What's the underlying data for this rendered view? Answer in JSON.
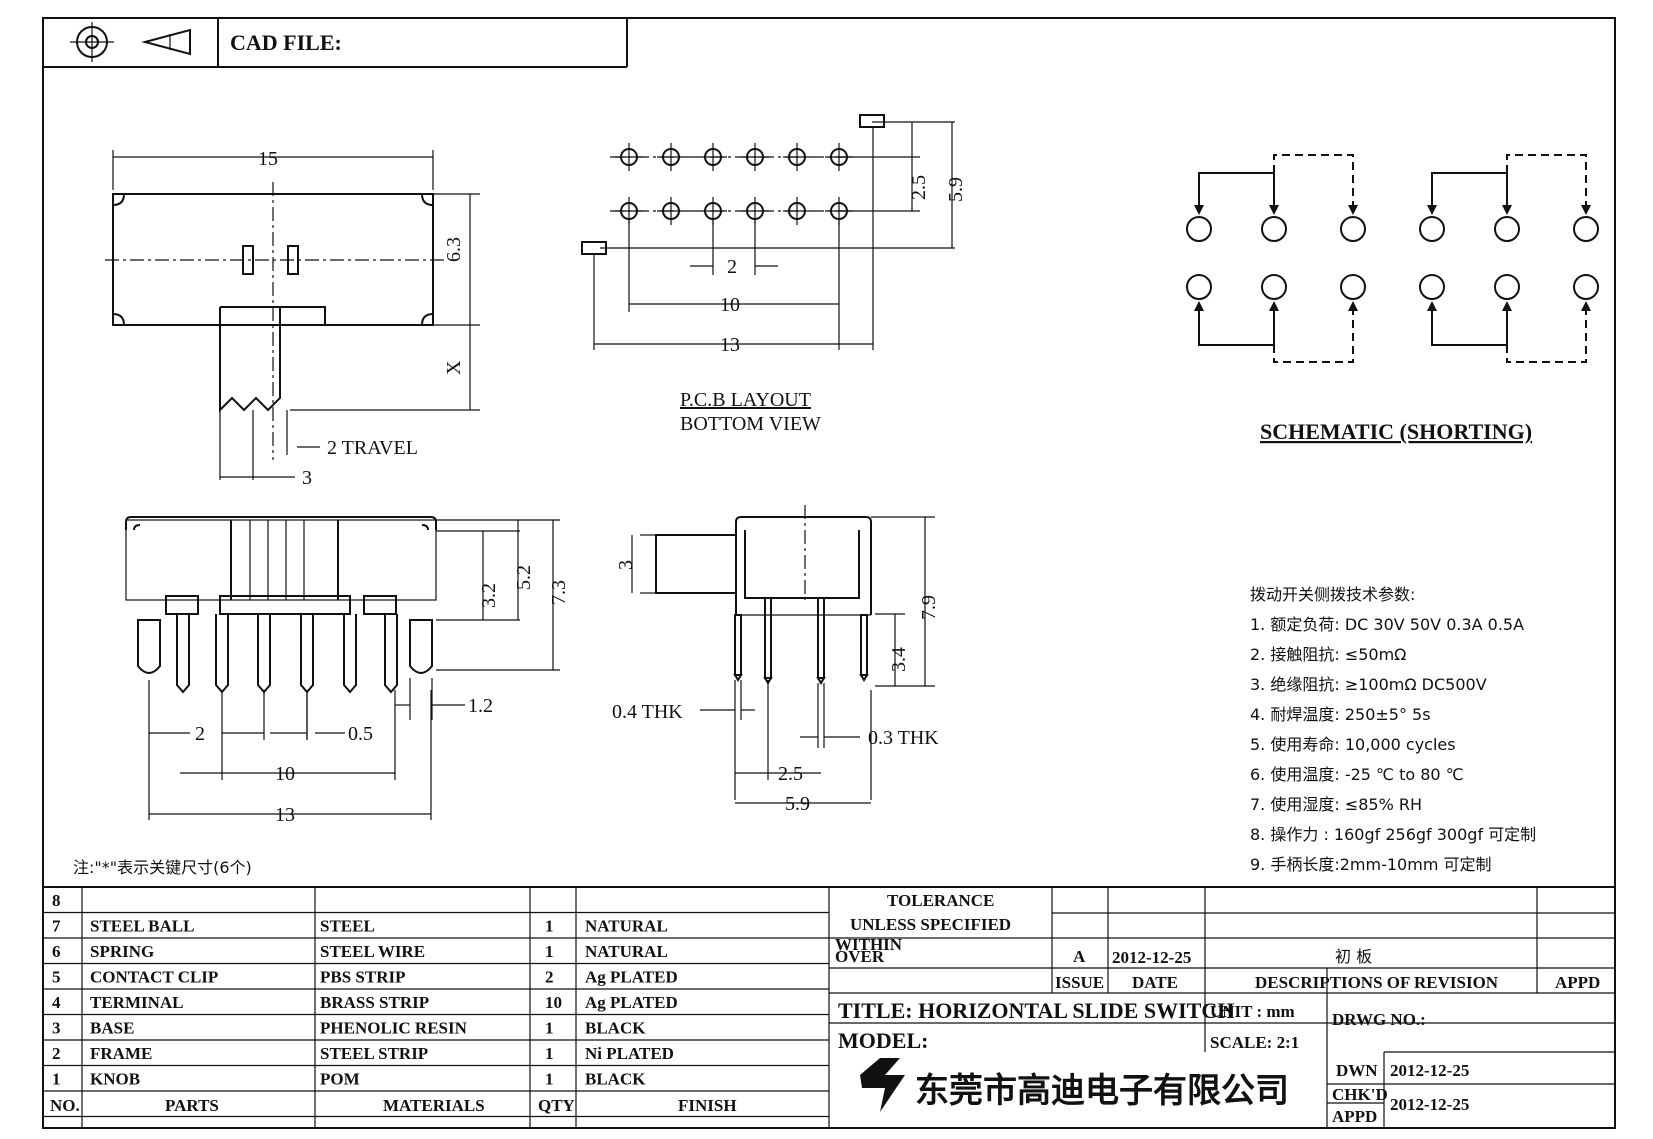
{
  "header": {
    "cad_label": "CAD FILE:",
    "cad_value": ""
  },
  "dims": {
    "top_width": "15",
    "top_height": "6.3",
    "top_x": "X",
    "travel": "2  TRAVEL",
    "knob_w": "3",
    "pcb_row": "2.5",
    "pcb_total": "5.9",
    "pcb_pitch": "2",
    "pcb_10": "10",
    "pcb_13": "13",
    "front_32": "3.2",
    "front_52": "5.2",
    "front_73": "7.3",
    "front_12": "1.2",
    "front_2": "2",
    "front_05": "0.5",
    "front_10": "10",
    "front_13": "13",
    "side_3": "3",
    "side_79": "7.9",
    "side_34": "3.4",
    "side_04": "0.4  THK",
    "side_03": "0.3  THK",
    "side_25": "2.5",
    "side_59": "5.9"
  },
  "labels": {
    "pcb_line1": "P.C.B  LAYOUT",
    "pcb_line2": "BOTTOM  VIEW",
    "schematic": "SCHEMATIC (SHORTING)",
    "note": "注:\"*\"表示关键尺寸(6个)"
  },
  "specs": {
    "title": "拨动开关侧拨技术参数:",
    "items": [
      "1.  额定负荷: DC 30V    50V    0.3A    0.5A",
      "2.  接触阻抗:  ≤50mΩ",
      "3.  绝缘阻抗:  ≥100mΩ   DC500V",
      "4.  耐焊温度: 250±5°  5s",
      "5.  使用寿命: 10,000 cycles",
      "6.  使用温度: -25 ℃  to 80 ℃",
      "7.  使用湿度:  ≤85% RH",
      "8.  操作力 : 160gf    256gf    300gf  可定制",
      "9.  手柄长度:2mm-10mm   可定制"
    ]
  },
  "bom": {
    "rows": [
      {
        "no": "8",
        "part": "",
        "material": "",
        "qty": "",
        "finish": ""
      },
      {
        "no": "7",
        "part": "STEEL  BALL",
        "material": "STEEL",
        "qty": "1",
        "finish": "NATURAL"
      },
      {
        "no": "6",
        "part": "SPRING",
        "material": "STEEL  WIRE",
        "qty": "1",
        "finish": "NATURAL"
      },
      {
        "no": "5",
        "part": "CONTACT  CLIP",
        "material": "PBS  STRIP",
        "qty": "2",
        "finish": "Ag  PLATED"
      },
      {
        "no": "4",
        "part": "TERMINAL",
        "material": "BRASS  STRIP",
        "qty": "10",
        "finish": "Ag  PLATED"
      },
      {
        "no": "3",
        "part": "BASE",
        "material": "PHENOLIC  RESIN",
        "qty": "1",
        "finish": "BLACK"
      },
      {
        "no": "2",
        "part": "FRAME",
        "material": "STEEL  STRIP",
        "qty": "1",
        "finish": "Ni  PLATED"
      },
      {
        "no": "1",
        "part": "KNOB",
        "material": "POM",
        "qty": "1",
        "finish": "BLACK"
      }
    ],
    "headers": {
      "no": "NO.",
      "part": "PARTS",
      "material": "MATERIALS",
      "qty": "QTY",
      "finish": "FINISH"
    }
  },
  "titleblock": {
    "tol1": "TOLERANCE",
    "tol2": "UNLESS   SPECIFIED",
    "within": "WITHIN",
    "over": "OVER",
    "issue_val": "A",
    "date_val": "2012-12-25",
    "rev_desc_val": "初 板",
    "issue": "ISSUE",
    "date": "DATE",
    "desc": "DESCRIPTIONS  OF  REVISION",
    "appd": "APPD",
    "title": "TITLE:  HORIZONTAL  SLIDE  SWITCH",
    "unit": "UNIT : mm",
    "drwg": "DRWG  NO.:",
    "model": "MODEL:",
    "scale": "SCALE:  2:1",
    "dwn": "DWN",
    "dwn_date": "2012-12-25",
    "chkd": "CHK'D",
    "appd2": "APPD",
    "chk_date": "2012-12-25",
    "company": "东莞市高迪电子有限公司"
  }
}
